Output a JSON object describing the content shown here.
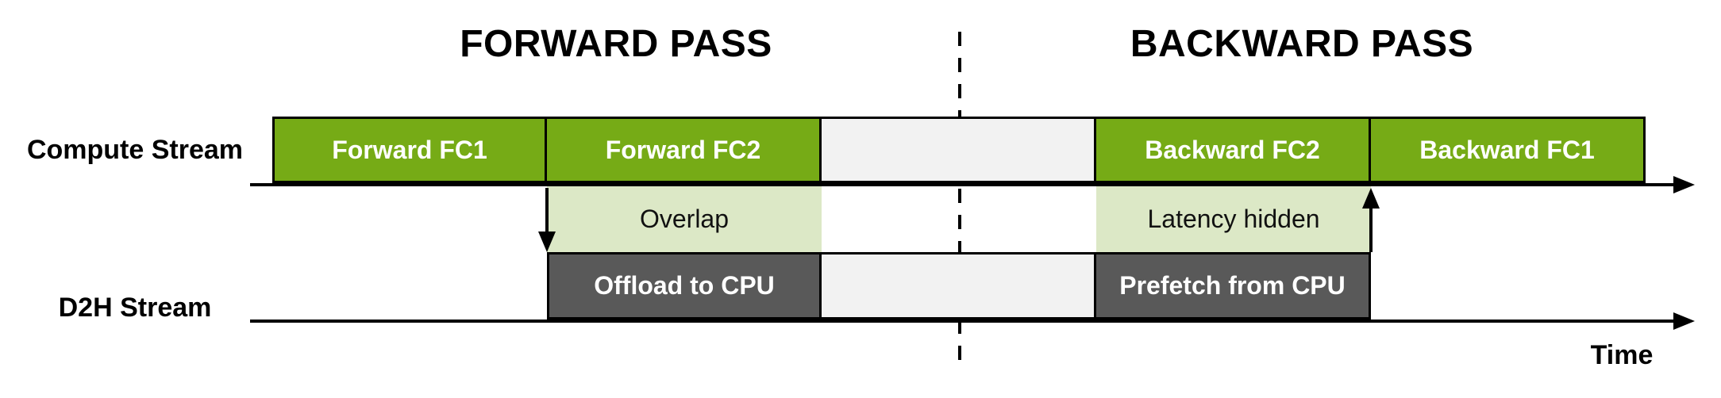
{
  "titles": {
    "forward": "FORWARD PASS",
    "backward": "BACKWARD PASS"
  },
  "streams": {
    "compute": {
      "label": "Compute Stream",
      "blocks": [
        {
          "label": "Forward FC1",
          "type": "compute"
        },
        {
          "label": "Forward FC2",
          "type": "compute"
        },
        {
          "label": "",
          "type": "idle"
        },
        {
          "label": "Backward FC2",
          "type": "compute"
        },
        {
          "label": "Backward FC1",
          "type": "compute"
        }
      ]
    },
    "d2h": {
      "label": "D2H Stream",
      "blocks": [
        {
          "label": "Offload to CPU",
          "type": "transfer"
        },
        {
          "label": "",
          "type": "idle"
        },
        {
          "label": "Prefetch from CPU",
          "type": "transfer"
        }
      ]
    }
  },
  "annotations": {
    "overlap": "Overlap",
    "latency_hidden": "Latency hidden"
  },
  "axis": {
    "time_label": "Time"
  },
  "colors": {
    "compute_green": "#76AB16",
    "annotation_light_green": "#DCE8C6",
    "transfer_dark_gray": "#595959",
    "idle_light_gray": "#F2F2F2",
    "line_black": "#000000",
    "background": "#FFFFFF"
  }
}
